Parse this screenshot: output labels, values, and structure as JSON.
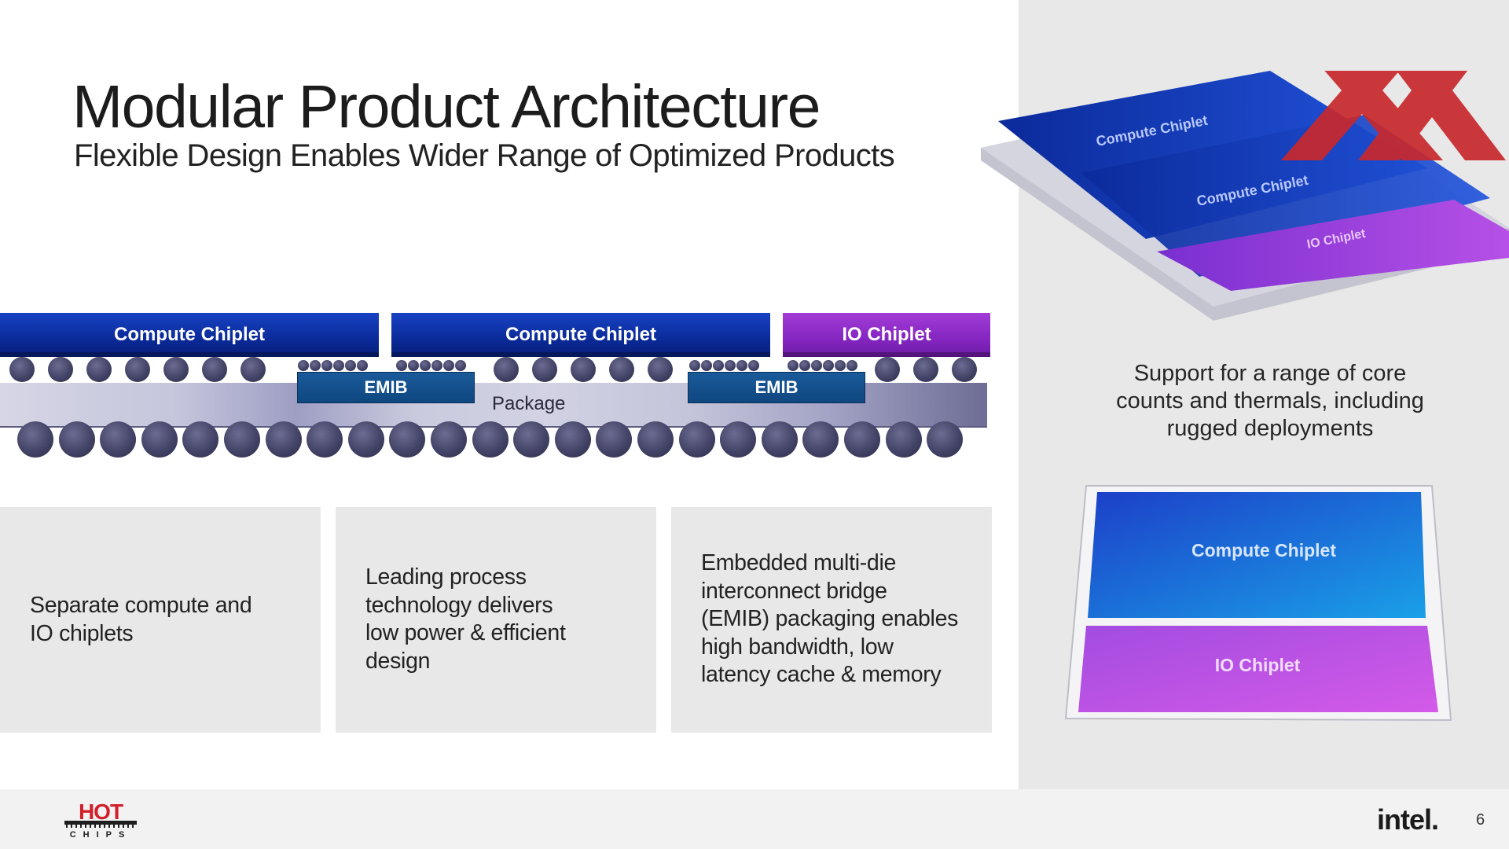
{
  "title": "Modular Product Architecture",
  "subtitle": "Flexible Design Enables Wider Range of Optimized Products",
  "diagram": {
    "chiplets": [
      {
        "label": "Compute Chiplet",
        "kind": "compute"
      },
      {
        "label": "Compute Chiplet",
        "kind": "compute"
      },
      {
        "label": "IO Chiplet",
        "kind": "io"
      }
    ],
    "emib_labels": [
      "EMIB",
      "EMIB"
    ],
    "package_label": "Package"
  },
  "features": [
    {
      "lines": [
        "Separate compute and",
        "IO chiplets"
      ]
    },
    {
      "lines": [
        "Leading process",
        "technology delivers",
        "low power & efficient",
        "design"
      ]
    },
    {
      "lines": [
        "Embedded multi-die",
        "interconnect bridge",
        "(EMIB) packaging enables",
        "high bandwidth, low",
        "latency cache & memory"
      ]
    }
  ],
  "support_text": {
    "lines": [
      "Support for a range of core",
      "counts and thermals, including",
      "rugged deployments"
    ]
  },
  "chip_3d": {
    "labels": [
      "Compute Chiplet",
      "Compute Chiplet",
      "IO Chiplet"
    ]
  },
  "chip_2d": {
    "compute_label": "Compute Chiplet",
    "io_label": "IO Chiplet"
  },
  "footer": {
    "logo_text": "HOT",
    "logo_subtext": "CHIPS",
    "brand": "intel.",
    "page_number": "6"
  },
  "colors": {
    "compute": "#0a2a99",
    "io": "#8426c1",
    "emib": "#0f4780",
    "panel": "#e8e8e8",
    "watermark": "#c8282d"
  }
}
